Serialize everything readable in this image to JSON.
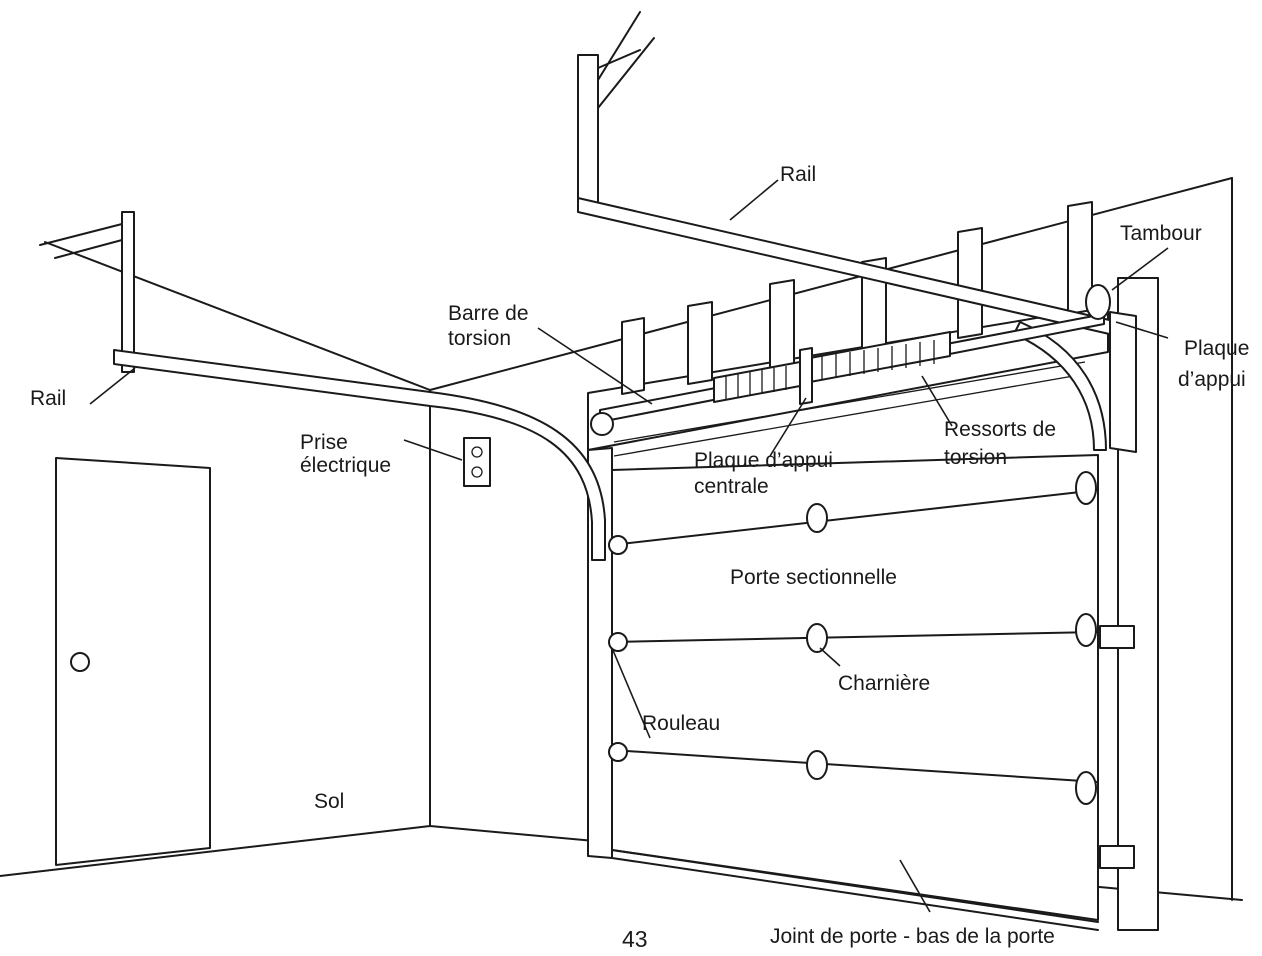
{
  "labels": {
    "rail_top": "Rail",
    "rail_left": "Rail",
    "tambour": "Tambour",
    "barre_1": "Barre de",
    "barre_2": "torsion",
    "plaque_1": "Plaque",
    "plaque_2": "d’appui",
    "prise_1": "Prise",
    "prise_2": "électrique",
    "ressorts_1": "Ressorts de",
    "ressorts_2": "torsion",
    "plaque_centrale_1": "Plaque d’appui",
    "plaque_centrale_2": "centrale",
    "porte": "Porte sectionnelle",
    "charniere": "Charnière",
    "rouleau": "Rouleau",
    "sol": "Sol",
    "joint": "Joint de porte - bas de la porte"
  },
  "page_number": "43"
}
